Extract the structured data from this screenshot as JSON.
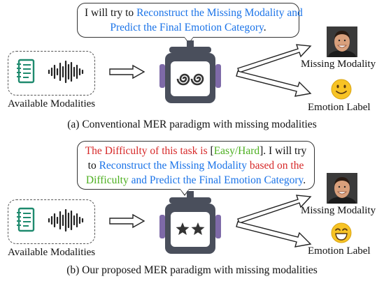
{
  "panel_a": {
    "bubble_segments": [
      {
        "text": "I will try to ",
        "color": "black"
      },
      {
        "text": "Reconstruct the Missing Modality and",
        "color": "blue"
      },
      {
        "text": "Predict the Final Emotion Category",
        "color": "blue",
        "break_before": true
      },
      {
        "text": ".",
        "color": "black"
      }
    ],
    "available_label": "Available Modalities",
    "missing_label": "Missing Modality",
    "emotion_label": "Emotion Label",
    "caption": "(a) Conventional MER paradigm with missing modalities"
  },
  "panel_b": {
    "bubble_segments": [
      {
        "text": "The Difficulty of this task is ",
        "color": "red"
      },
      {
        "text": "[",
        "color": "black"
      },
      {
        "text": "Easy/Hard",
        "color": "green"
      },
      {
        "text": "]. I will try",
        "color": "black"
      },
      {
        "text": "to ",
        "color": "black",
        "break_before": true
      },
      {
        "text": "Reconstruct the Missing Modality",
        "color": "blue"
      },
      {
        "text": " based on the",
        "color": "red"
      },
      {
        "text": "Difficulty",
        "color": "green",
        "break_before": true
      },
      {
        "text": " and Predict the Final Emotion Category",
        "color": "blue"
      },
      {
        "text": ".",
        "color": "black"
      }
    ],
    "available_label": "Available Modalities",
    "missing_label": "Missing Modality",
    "emotion_label": "Emotion Label",
    "caption": "(b) Our proposed MER paradigm with missing modalities"
  },
  "colors": {
    "blue": "#1a73e8",
    "red": "#d62828",
    "green": "#4caf1f",
    "robot_body": "#4a4f5c",
    "robot_screen": "#ffffff",
    "notebook": "#1e8a6e",
    "emoji": "#f7c325"
  },
  "icons": {
    "modality_text": "notebook-icon",
    "modality_audio": "waveform-icon",
    "robot_a": "robot-dizzy-eyes-icon",
    "robot_b": "robot-star-eyes-icon",
    "emotion_a": "smiling-face-emoji",
    "emotion_b": "grinning-face-emoji",
    "missing_modality": "face-photo"
  }
}
